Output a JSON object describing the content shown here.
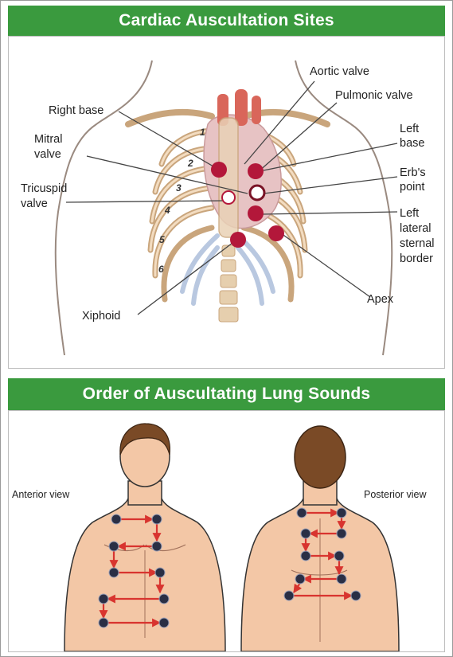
{
  "cardiac": {
    "title": "Cardiac Auscultation Sites",
    "labels": {
      "aortic": "Aortic valve",
      "pulmonic": "Pulmonic valve",
      "right_base": "Right base",
      "left_base_1": "Left",
      "left_base_2": "base",
      "mitral_1": "Mitral",
      "mitral_2": "valve",
      "erbs_1": "Erb's",
      "erbs_2": "point",
      "tricuspid_1": "Tricuspid",
      "tricuspid_2": "valve",
      "llsb_1": "Left",
      "llsb_2": "lateral",
      "llsb_3": "sternal",
      "llsb_4": "border",
      "apex": "Apex",
      "xiphoid": "Xiphoid"
    },
    "rib_numbers": [
      "1",
      "2",
      "3",
      "4",
      "5",
      "6"
    ]
  },
  "lung": {
    "title": "Order of Auscultating Lung Sounds",
    "anterior_label": "Anterior view",
    "posterior_label": "Posterior view"
  },
  "colors": {
    "banner": "#3a9a3e",
    "site_marker": "#b3173a",
    "arrow": "#d8342f",
    "point": "#2a2f45",
    "skin": "#f3c7a6"
  }
}
